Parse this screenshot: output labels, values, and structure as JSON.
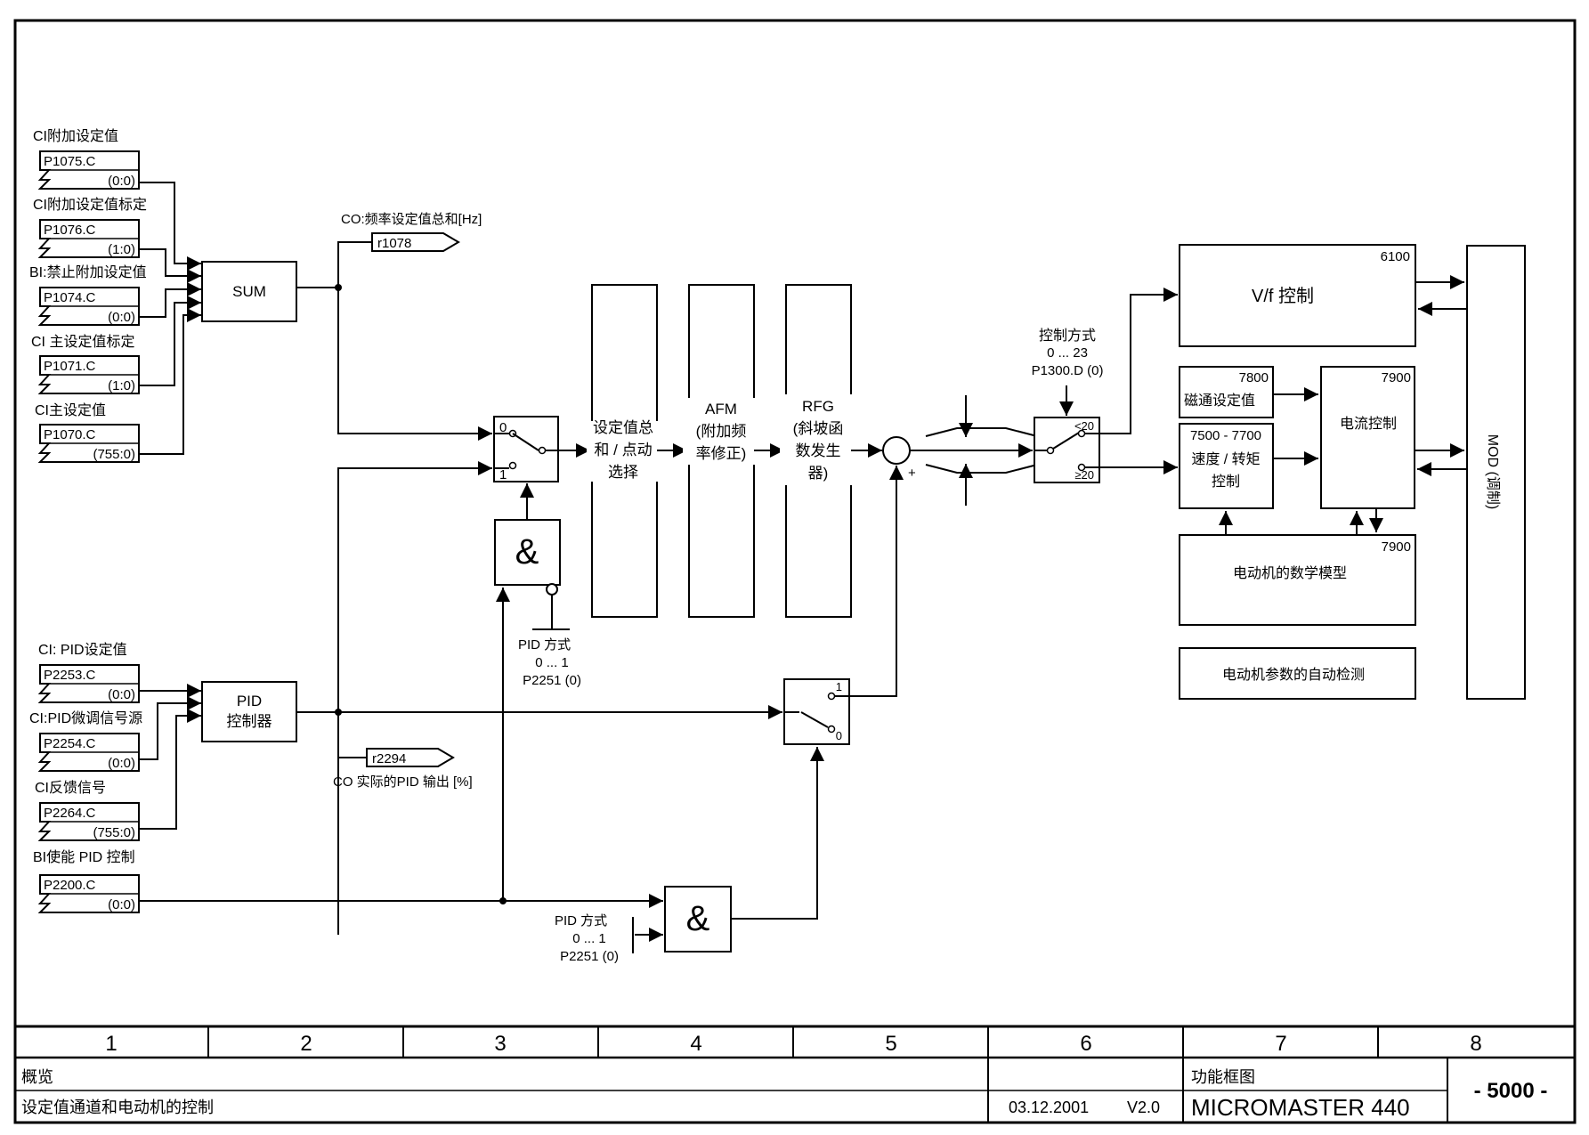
{
  "inputs": {
    "add_setpoint": {
      "label": "CI附加设定值",
      "param": "P1075.C",
      "value": "(0:0)"
    },
    "add_setpoint_scale": {
      "label": "CI附加设定值标定",
      "param": "P1076.C",
      "value": "(1:0)"
    },
    "disable_add_setpoint": {
      "label": "BI:禁止附加设定值",
      "param": "P1074.C",
      "value": "(0:0)"
    },
    "main_setpoint_scale": {
      "label": "CI 主设定值标定",
      "param": "P1071.C",
      "value": "(1:0)"
    },
    "main_setpoint": {
      "label": "CI主设定值",
      "param": "P1070.C",
      "value": "(755:0)"
    },
    "pid_setpoint": {
      "label": "CI: PID设定值",
      "param": "P2253.C",
      "value": "(0:0)"
    },
    "pid_trim": {
      "label": "CI:PID微调信号源",
      "param": "P2254.C",
      "value": "(0:0)"
    },
    "feedback": {
      "label": "CI反馈信号",
      "param": "P2264.C",
      "value": "(755:0)"
    },
    "pid_enable": {
      "label": "BI使能 PID 控制",
      "param": "P2200.C",
      "value": "(0:0)"
    }
  },
  "outputs": {
    "freq_sum": {
      "label": "CO:频率设定值总和[Hz]",
      "param": "r1078"
    },
    "pid_out": {
      "label": "CO 实际的PID 输出 [%]",
      "param": "r2294"
    }
  },
  "blocks": {
    "sum": "SUM",
    "pid_line1": "PID",
    "pid_line2": "控制器",
    "and_symbol": "&",
    "select": [
      "设定值总",
      "和 / 点动",
      "选择"
    ],
    "afm": [
      "AFM",
      "(附加频",
      "率修正)"
    ],
    "rfg": [
      "RFG",
      "(斜坡函",
      "数发生",
      "器)"
    ],
    "vf": "V/f 控制",
    "vf_num": "6100",
    "flux": "磁通设定值",
    "flux_num": "7800",
    "speed_num": "7500 - 7700",
    "speed": [
      "速度 / 转矩",
      "控制"
    ],
    "current": "电流控制",
    "current_num": "7900",
    "model": "电动机的数学模型",
    "model_num": "7900",
    "autodetect": "电动机参数的自动检测",
    "mod": "MOD (调制)"
  },
  "params": {
    "control_mode": [
      "控制方式",
      "0 ... 23",
      "P1300.D (0)"
    ],
    "pid_mode_upper": [
      "PID 方式",
      "0 ... 1",
      "P2251 (0)"
    ],
    "pid_mode_lower": [
      "PID 方式",
      "0 ... 1",
      "P2251 (0)"
    ]
  },
  "switch_labels": {
    "s1_0": "0",
    "s1_1": "1",
    "s2_1": "1",
    "s2_0": "0",
    "cm_lt": "<20",
    "cm_ge": "≥20",
    "plus": "+"
  },
  "title_block": {
    "columns": [
      "1",
      "2",
      "3",
      "4",
      "5",
      "6",
      "7",
      "8"
    ],
    "overview": "概览",
    "subtitle": "设定值通道和电动机的控制",
    "date": "03.12.2001",
    "version": "V2.0",
    "fbd": "功能框图",
    "product": "MICROMASTER 440",
    "page": "- 5000 -"
  }
}
